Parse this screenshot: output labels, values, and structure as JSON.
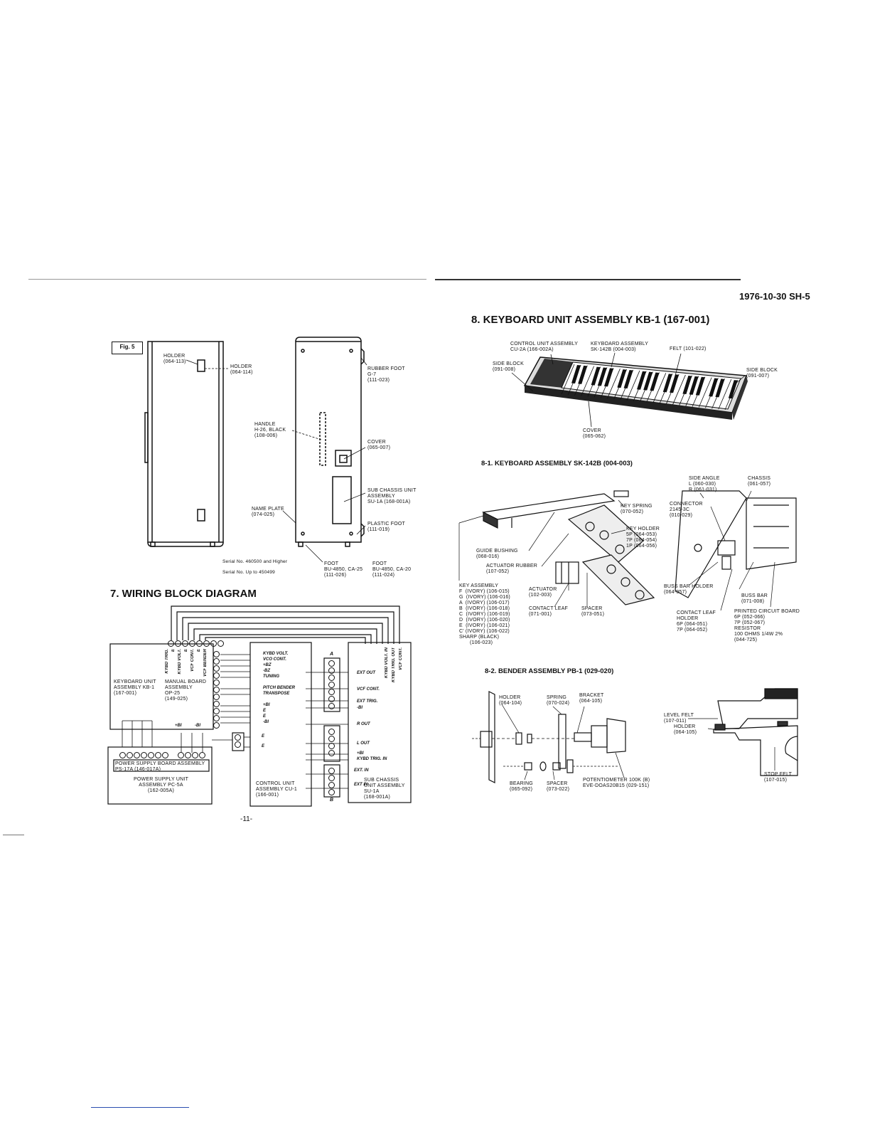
{
  "header": {
    "doc_id": "1976-10-30 SH-5"
  },
  "fig5": {
    "fig_label": "Fig. 5",
    "labels": {
      "holder_a": "HOLDER\n(064-113)",
      "holder_b": "HOLDER\n(064-114)",
      "rubber_foot": "RUBBER FOOT\nG-7\n(111-023)",
      "handle": "HANDLE\nH-26, BLACK\n(108-006)",
      "cover": "COVER\n(065-007)",
      "sub_chassis": "SUB CHASSIS UNIT\nASSEMBLY\nSU-1A (168-001A)",
      "name_plate": "NAME PLATE\n(074-025)",
      "plastic_foot": "PLASTIC FOOT\n(111-019)",
      "serial_high": "Serial No. 460500 and Higher",
      "serial_low": "Serial No. Up to 450499",
      "foot_a": "FOOT\nBU-4850, CA-25\n(111-026)",
      "foot_b": "FOOT\nBU-4850, CA-20\n(111-024)"
    }
  },
  "wiring": {
    "title": "7. WIRING BLOCK DIAGRAM",
    "labels": {
      "keyboard_unit": "KEYBOARD UNIT\nASSEMBLY KB-1\n(167-001)",
      "manual_board": "MANUAL BOARD\nASSEMBLY\nOP-25\n(149-025)",
      "power_board": "POWER SUPPLY BOARD ASSEMBLY\nPS-17A (146-017A)",
      "power_unit": "POWER SUPPLY UNIT\nASSEMBLY PC-5A\n(162-005A)",
      "control_unit": "CONTROL UNIT\nASSEMBLY CU-1\n(166-001)",
      "sub_chassis": "SUB CHASSIS\nUNIT ASSEMBLY\nSU-1A\n(168-001A)",
      "conn_a": "A",
      "conn_b": "B"
    },
    "signals_mid": [
      "KYBD VOLT.",
      "VCO CONT.",
      "+BZ",
      "-BZ",
      "TUNING",
      "PITCH BENDER",
      "TRANSPOSE",
      "+BI",
      "E",
      "E",
      "-BI",
      "E",
      "E"
    ],
    "signals_right": [
      "EXT OUT",
      "VCF CONT.",
      "EXT TRIG.",
      "-BI",
      "R OUT",
      "L OUT",
      "+BI",
      "KYBD TRIG. IN",
      "EXT. IN",
      "EXT IN"
    ],
    "signals_top": [
      "KYBD TRIG.",
      "E",
      "KYBD VOLT.",
      "E",
      "VCF CONT.",
      "E",
      "VCF BENDER"
    ],
    "signals_sub": [
      "KYBD VOLT. IN",
      "KYBD TRIG. OUT",
      "VCF CONT."
    ],
    "power_terms": [
      "+BI",
      "-BI"
    ],
    "page_number": "-11-"
  },
  "kb1": {
    "title": "8. KEYBOARD UNIT ASSEMBLY KB-1 (167-001)",
    "labels": {
      "control_unit": "CONTROL UNIT ASSEMBLY\nCU-2A (166-002A)",
      "keyboard_asm": "KEYBOARD ASSEMBLY\nSK-142B (004-003)",
      "felt": "FELT (101-022)",
      "side_block_l": "SIDE BLOCK\n(091-008)",
      "side_block_r": "SIDE BLOCK\n(091-007)",
      "cover": "COVER\n(065-062)"
    }
  },
  "sk142b": {
    "title": "8-1. KEYBOARD ASSEMBLY SK-142B (004-003)",
    "labels": {
      "side_angle": "SIDE ANGLE\nL (060-030)\nR (061-031)",
      "chassis": "CHASSIS\n(061-057)",
      "key_spring": "KEY SPRING\n(070-052)",
      "connector": "CONNECTOR\n2145-3C\n(010-029)",
      "key_holder": "KEY HOLDER\n5P (064-053)\n7P (064-054)\n1P (064-056)",
      "guide_bushing": "GUIDE BUSHING\n(068-016)",
      "actuator_rubber": "ACTUATOR RUBBER\n(107-052)",
      "key_assembly": "KEY ASSEMBLY\nF  (IVORY) (106-015)\nG  (IVORY) (106-016)\nA  (IVORY) (106-017)\nB  (IVORY) (106-018)\nC  (IVORY) (106-019)\nD  (IVORY) (106-020)\nE  (IVORY) (106-021)\nC' (IVORY) (106-022)\nSHARP (BLACK)\n       (106-023)",
      "actuator": "ACTUATOR\n(102-003)",
      "contact_leaf": "CONTACT LEAF\n(071-001)",
      "spacer": "SPACER\n(073-051)",
      "buss_bar_holder": "BUSS BAR HOLDER\n(064-057)",
      "buss_bar": "BUSS BAR\n(071-008)",
      "contact_leaf_holder": "CONTACT LEAF\nHOLDER\n6P (064-051)\n7P (064-052)",
      "pcb": "PRINTED CIRCUIT BOARD\n6P (052-066)\n7P (052-067)\nRESISTOR\n100 ohms 1/4W 2%\n(044-725)"
    }
  },
  "pb1": {
    "title": "8-2. BENDER ASSEMBLY PB-1 (029-020)",
    "labels": {
      "holder": "HOLDER\n(064-104)",
      "spring": "SPRING\n(070-024)",
      "bracket": "BRACKET\n(064-105)",
      "level_felt": "LEVEL FELT\n(107-011)",
      "holder_b": "HOLDER\n(064-105)",
      "bearing": "BEARING\n(065-092)",
      "spacer": "SPACER\n(073-022)",
      "potentiometer": "POTENTIOMETER 100K (B)\nEVE-DOAS20B15 (029-151)",
      "stop_felt": "STOP FELT\n(107-015)"
    }
  }
}
